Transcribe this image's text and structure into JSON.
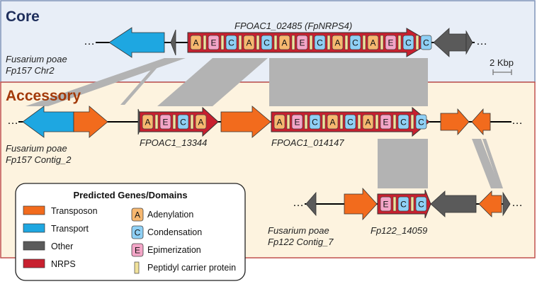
{
  "colors": {
    "core_bg": "#e8eef7",
    "core_border": "#7f93b8",
    "accessory_bg": "#fdf3df",
    "accessory_border": "#c0504d",
    "core_title": "#1f2f5c",
    "accessory_title": "#a33a0a",
    "transposon": "#f26b1d",
    "transport": "#1ea7e1",
    "other": "#5a5a5a",
    "nrps": "#c8202f",
    "adenylation": "#f7b870",
    "condensation": "#8fd0f5",
    "epimerization": "#f4a6c8",
    "pcp": "#f1e29b",
    "synteny": "#b3b3b3",
    "scale_bar": "#666666"
  },
  "sections": {
    "core": "Core",
    "accessory": "Accessory"
  },
  "scale": "2 Kbp",
  "organisms": [
    {
      "line1": "Fusarium poae",
      "line2": "Fp157 Chr2"
    },
    {
      "line1": "Fusarium poae",
      "line2": "Fp157 Contig_2"
    },
    {
      "line1": "Fusarium poae",
      "line2": "Fp122 Contig_7"
    }
  ],
  "genes": {
    "g02485": {
      "id": "FPOAC1_02485",
      "alias": "(FpNRPS4)"
    },
    "g13344": "FPOAC1_13344",
    "g014147": "FPOAC1_014147",
    "g14059": "Fp122_14059"
  },
  "domains": {
    "g02485": [
      "A",
      "E",
      "C",
      "A",
      "C",
      "A",
      "E",
      "C",
      "A",
      "C",
      "A",
      "E",
      "C",
      "C"
    ],
    "g13344": [
      "A",
      "E",
      "C",
      "A"
    ],
    "g014147": [
      "A",
      "E",
      "C",
      "A",
      "C",
      "A",
      "E",
      "C",
      "C"
    ],
    "g14059": [
      "E",
      "C",
      "C"
    ]
  },
  "ellipsis": "…",
  "legend": {
    "title": "Predicted Genes/Domains",
    "genes": [
      "Transposon",
      "Transport",
      "Other",
      "NRPS"
    ],
    "domains": [
      {
        "letter": "A",
        "label": "Adenylation"
      },
      {
        "letter": "C",
        "label": "Condensation"
      },
      {
        "letter": "E",
        "label": "Epimerization"
      },
      {
        "letter": "",
        "label": "Peptidyl carrier protein"
      }
    ]
  }
}
